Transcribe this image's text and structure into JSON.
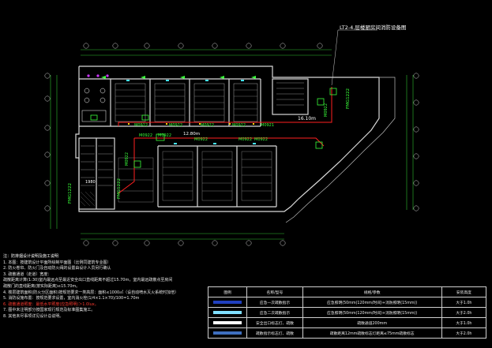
{
  "drawing": {
    "title_tag": "LT2-4.层楼厨房间消防设备图",
    "dimension_1": "16.10m",
    "dimension_2": "12.80m",
    "door_labels": [
      "M0922",
      "M0922",
      "M0922",
      "M0922",
      "M0921",
      "M0922",
      "M0922",
      "M0922",
      "M0922",
      "M0922",
      "M0922",
      "M0922"
    ],
    "fire_hydrant_labels": [
      "FMG1222",
      "FMG1222",
      "FMG1222"
    ],
    "area_numbers": [
      "1980"
    ]
  },
  "notes": {
    "heading": "注：防排烟设计说明及施工说明",
    "lines": [
      "1. 本图：按建筑设计平面所绘制平面图（比例同建筑专业图）",
      "2. 防火卷帘、防火门及自动防火阀的设置由设计人员另行确认",
      "3. 疏散通道（走道）宽度：",
      "疏散距离计算(1:30)室内最远点至最近安全出口直线距离不超过15.70m，室内最远疏散点至房间",
      "疏散门的直线距离(按实际距离)≤15.70m。",
      "4. 楼层建筑面积(防火分区面积)按规范要求一类高层：面积≤1000㎡（设自动喷水灭火系统时加倍）",
      "5. 消防设施布置：按规范要求设置，室内消火栓(1/4×1.1×70)/100=1.70m",
      "6. 疏散通道照度：最低水平照度(应急照明)＞1.0lux。",
      "7. 图中未注明部分按国家现行规范及标准图集施工。",
      "8. 其他未尽事项详见设计总说明。"
    ]
  },
  "legend": {
    "headers": [
      "图例",
      "名称/型号",
      "规格/参数",
      "安装高度"
    ],
    "rows": [
      {
        "color": "#1f3fbf",
        "name": "应急一次疏散指示",
        "spec": "应急照明(50mm(120mm/时间)+消防照明(15mm))",
        "height": "大于1.0h"
      },
      {
        "color": "#7fdfff",
        "name": "应急二次疏散指示",
        "spec": "应急照明(50mm(120mm/时间)+消防照明(15mm))",
        "height": "大于2.0h"
      },
      {
        "color": "#ffffff",
        "name": "安全出口标志灯、疏散",
        "spec": "疏散通道200mm",
        "height": "大于1.0h"
      },
      {
        "color": "#3f6fbf",
        "name": "疏散指示标志灯、疏散",
        "spec": "疏散距离12mm疏散标志灯距离≤75mm疏散标志",
        "height": "大于2.0h"
      }
    ]
  },
  "colors": {
    "wall": "#d9d9d9",
    "grid": "#3ad13a",
    "red_route": "#ff2020",
    "accent_green": "#3aff3a",
    "yellow_text": "#ffd400",
    "background": "#000000"
  }
}
